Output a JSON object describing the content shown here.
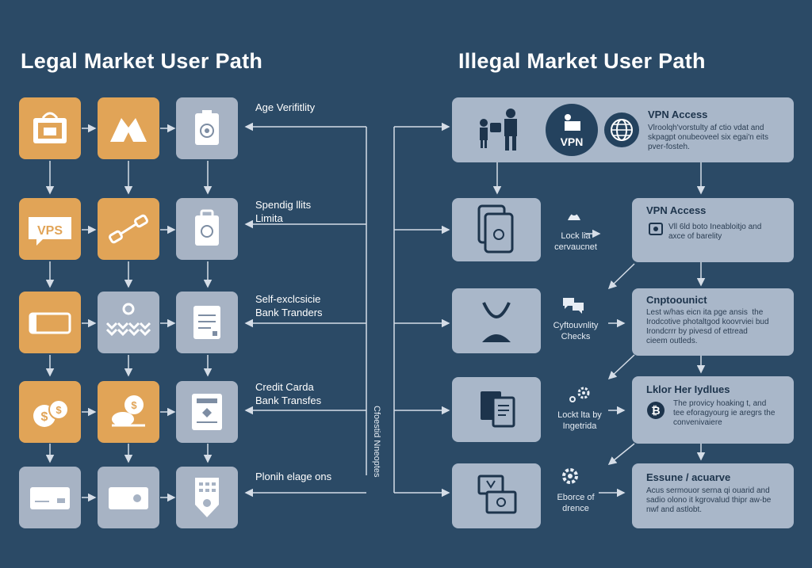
{
  "left": {
    "title": "Legal Market User Path",
    "labels": [
      "Age Verifitlity",
      "Spendig llits\nLimita",
      "Self-exclcsicie\nBank Tranders",
      "Credit Carda\nBank Transfes",
      "Plonih elage ons"
    ]
  },
  "right": {
    "title": "Illegal Market User Path",
    "top_panel": {
      "vpn_badge": "VPN",
      "title": "VPN Access",
      "body": "Vlroolqh'vorstulty af ctio vdat and\nskpagpt onubeoveel six egai'n eits\npver-fosteh."
    },
    "panels": [
      {
        "title": "VPN Access",
        "body": "Vll 6ld boto Ineabloitjo and\naxce of barelity"
      },
      {
        "title": "Cnptoounict",
        "body": "Lest w/has eicn ita pge ansis  the\nIrodcotive photaltgod koovrviei bud\nIrondcrrr by pivesd of ettread\ncieem outleds."
      },
      {
        "title": "Lklor Her Iydlues",
        "body": "The provicy hoaking t, and\ntee eforagyourg ie aregrs the\nconvenivaiere"
      },
      {
        "title": "Essune / acuarve",
        "body": "Acus sermouor serna qi ouarid and\nsadio olono it kgrovalud thipr aw-be\nnwf and astlobt."
      }
    ],
    "middle_labels": [
      "Lock lia\ncervaucnet",
      "Cyftouvnlity\nChecks",
      "Lockt lta by\nIngetrida",
      "Eborce of\ndrence"
    ],
    "vertical_label": "Cfoestid Nneoptes"
  },
  "colors": {
    "background": "#2b4a66",
    "orange_tile": "#e1a457",
    "slate_tile": "#a7b3c4",
    "panel": "#a9b7c9",
    "connector": "#d5dde7"
  }
}
